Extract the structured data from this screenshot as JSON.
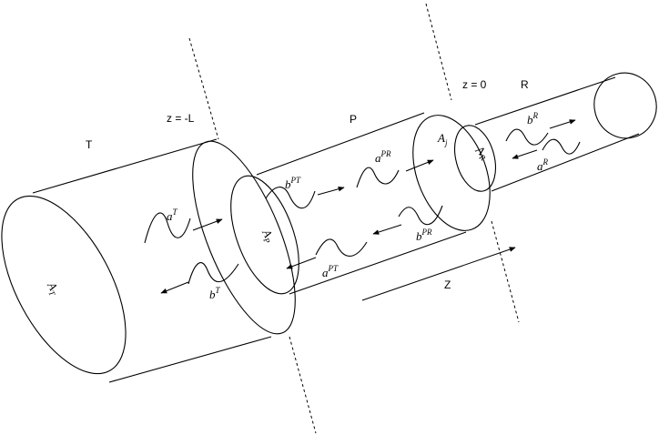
{
  "sections": {
    "t": "T",
    "p": "P",
    "r": "R"
  },
  "positions": {
    "z_minus_l": "z = -L",
    "z_zero": "z = 0",
    "z_axis": "Z"
  },
  "areas": {
    "a_t": {
      "base": "A",
      "sub": "T"
    },
    "a_p": {
      "base": "A",
      "sub": "P"
    },
    "a_j": {
      "base": "A",
      "sub": "j"
    },
    "a_r": {
      "base": "A",
      "sub": "R"
    }
  },
  "waves": {
    "a_t": {
      "base": "a",
      "sup": "T"
    },
    "b_t": {
      "base": "b",
      "sup": "T"
    },
    "b_pt": {
      "base": "b",
      "sup": "PT"
    },
    "a_pt": {
      "base": "a",
      "sup": "PT"
    },
    "a_pr": {
      "base": "a",
      "sup": "PR"
    },
    "b_pr": {
      "base": "b",
      "sup": "PR"
    },
    "b_r": {
      "base": "b",
      "sup": "R"
    },
    "a_r": {
      "base": "a",
      "sup": "R"
    }
  }
}
